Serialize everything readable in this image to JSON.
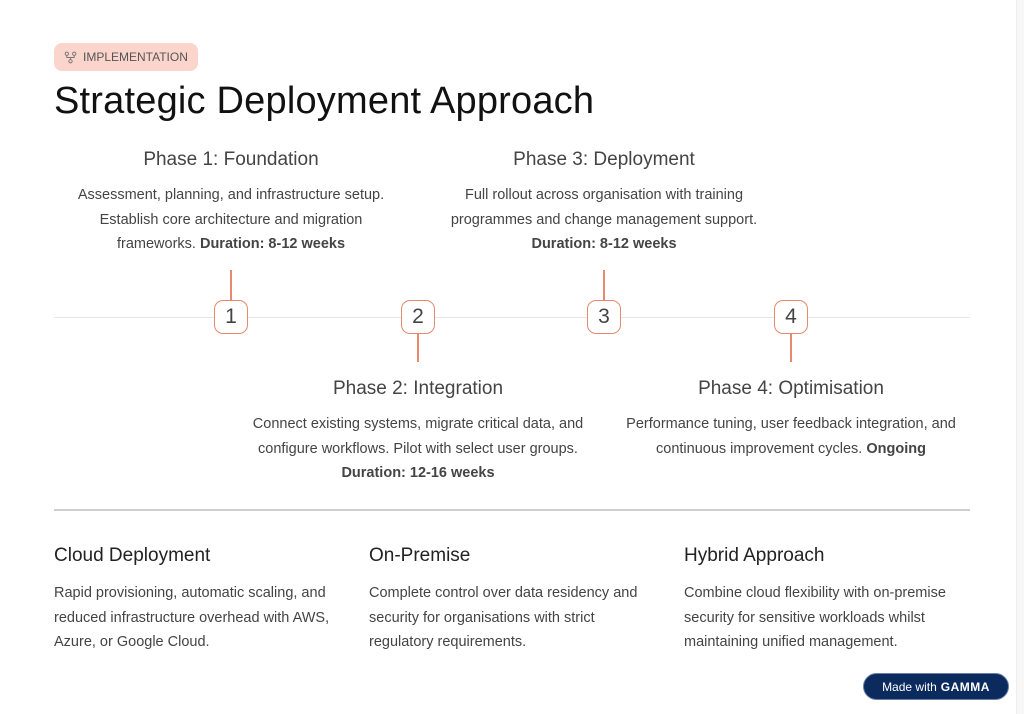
{
  "badge": {
    "icon": "workflow-icon",
    "label": "IMPLEMENTATION"
  },
  "title": "Strategic Deployment Approach",
  "phases": [
    {
      "number": "1",
      "title": "Phase 1: Foundation",
      "text": "Assessment, planning, and infrastructure setup. Establish core architecture and migration frameworks.",
      "duration": "Duration: 8-12 weeks"
    },
    {
      "number": "2",
      "title": "Phase 2: Integration",
      "text": "Connect existing systems, migrate critical data, and configure workflows. Pilot with select user groups.",
      "duration": "Duration: 12-16 weeks"
    },
    {
      "number": "3",
      "title": "Phase 3: Deployment",
      "text": "Full rollout across organisation with training programmes and change management support.",
      "duration": "Duration: 8-12 weeks"
    },
    {
      "number": "4",
      "title": "Phase 4: Optimisation",
      "text": "Performance tuning, user feedback integration, and continuous improvement cycles.",
      "duration": "Ongoing"
    }
  ],
  "options": [
    {
      "title": "Cloud Deployment",
      "text": "Rapid provisioning, automatic scaling, and reduced infrastructure overhead with AWS, Azure, or Google Cloud."
    },
    {
      "title": "On-Premise",
      "text": "Complete control over data residency and security for organisations with strict regulatory requirements."
    },
    {
      "title": "Hybrid Approach",
      "text": "Combine cloud flexibility with on-premise security for sensitive workloads whilst maintaining unified management."
    }
  ],
  "footer": {
    "made_with": "Made with",
    "brand": "GAMMA"
  },
  "colors": {
    "accent": "#e8886c",
    "badge_bg": "#fbd5cc",
    "footer_bg": "#0b2a5e"
  }
}
